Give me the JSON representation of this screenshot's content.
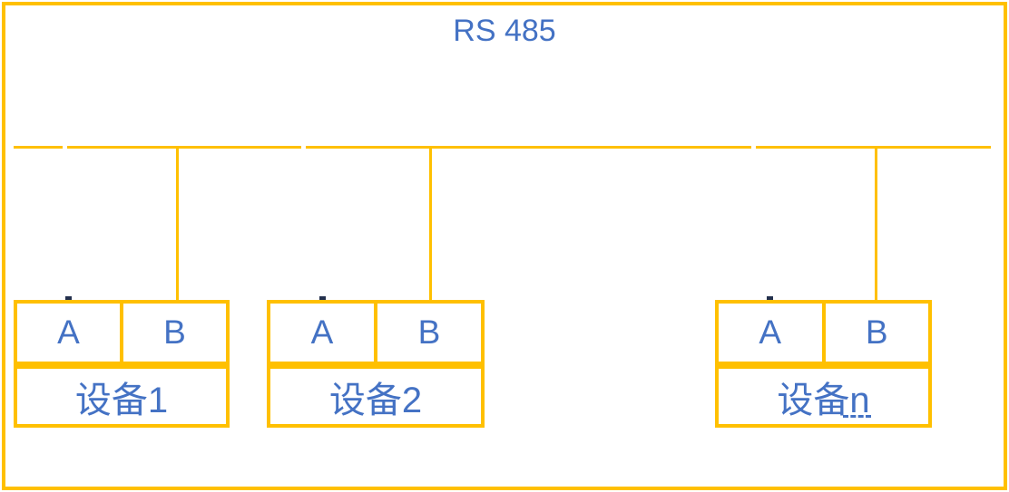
{
  "diagram": {
    "title": "RS 485",
    "devices": [
      {
        "label": "设备1",
        "terminal_a": "A",
        "terminal_b": "B"
      },
      {
        "label": "设备2",
        "terminal_a": "A",
        "terminal_b": "B"
      },
      {
        "label": "设备n",
        "terminal_a": "A",
        "terminal_b": "B"
      }
    ],
    "colors": {
      "line": "#FFC000",
      "text": "#4472C4",
      "background": "#FFFFFF"
    }
  }
}
